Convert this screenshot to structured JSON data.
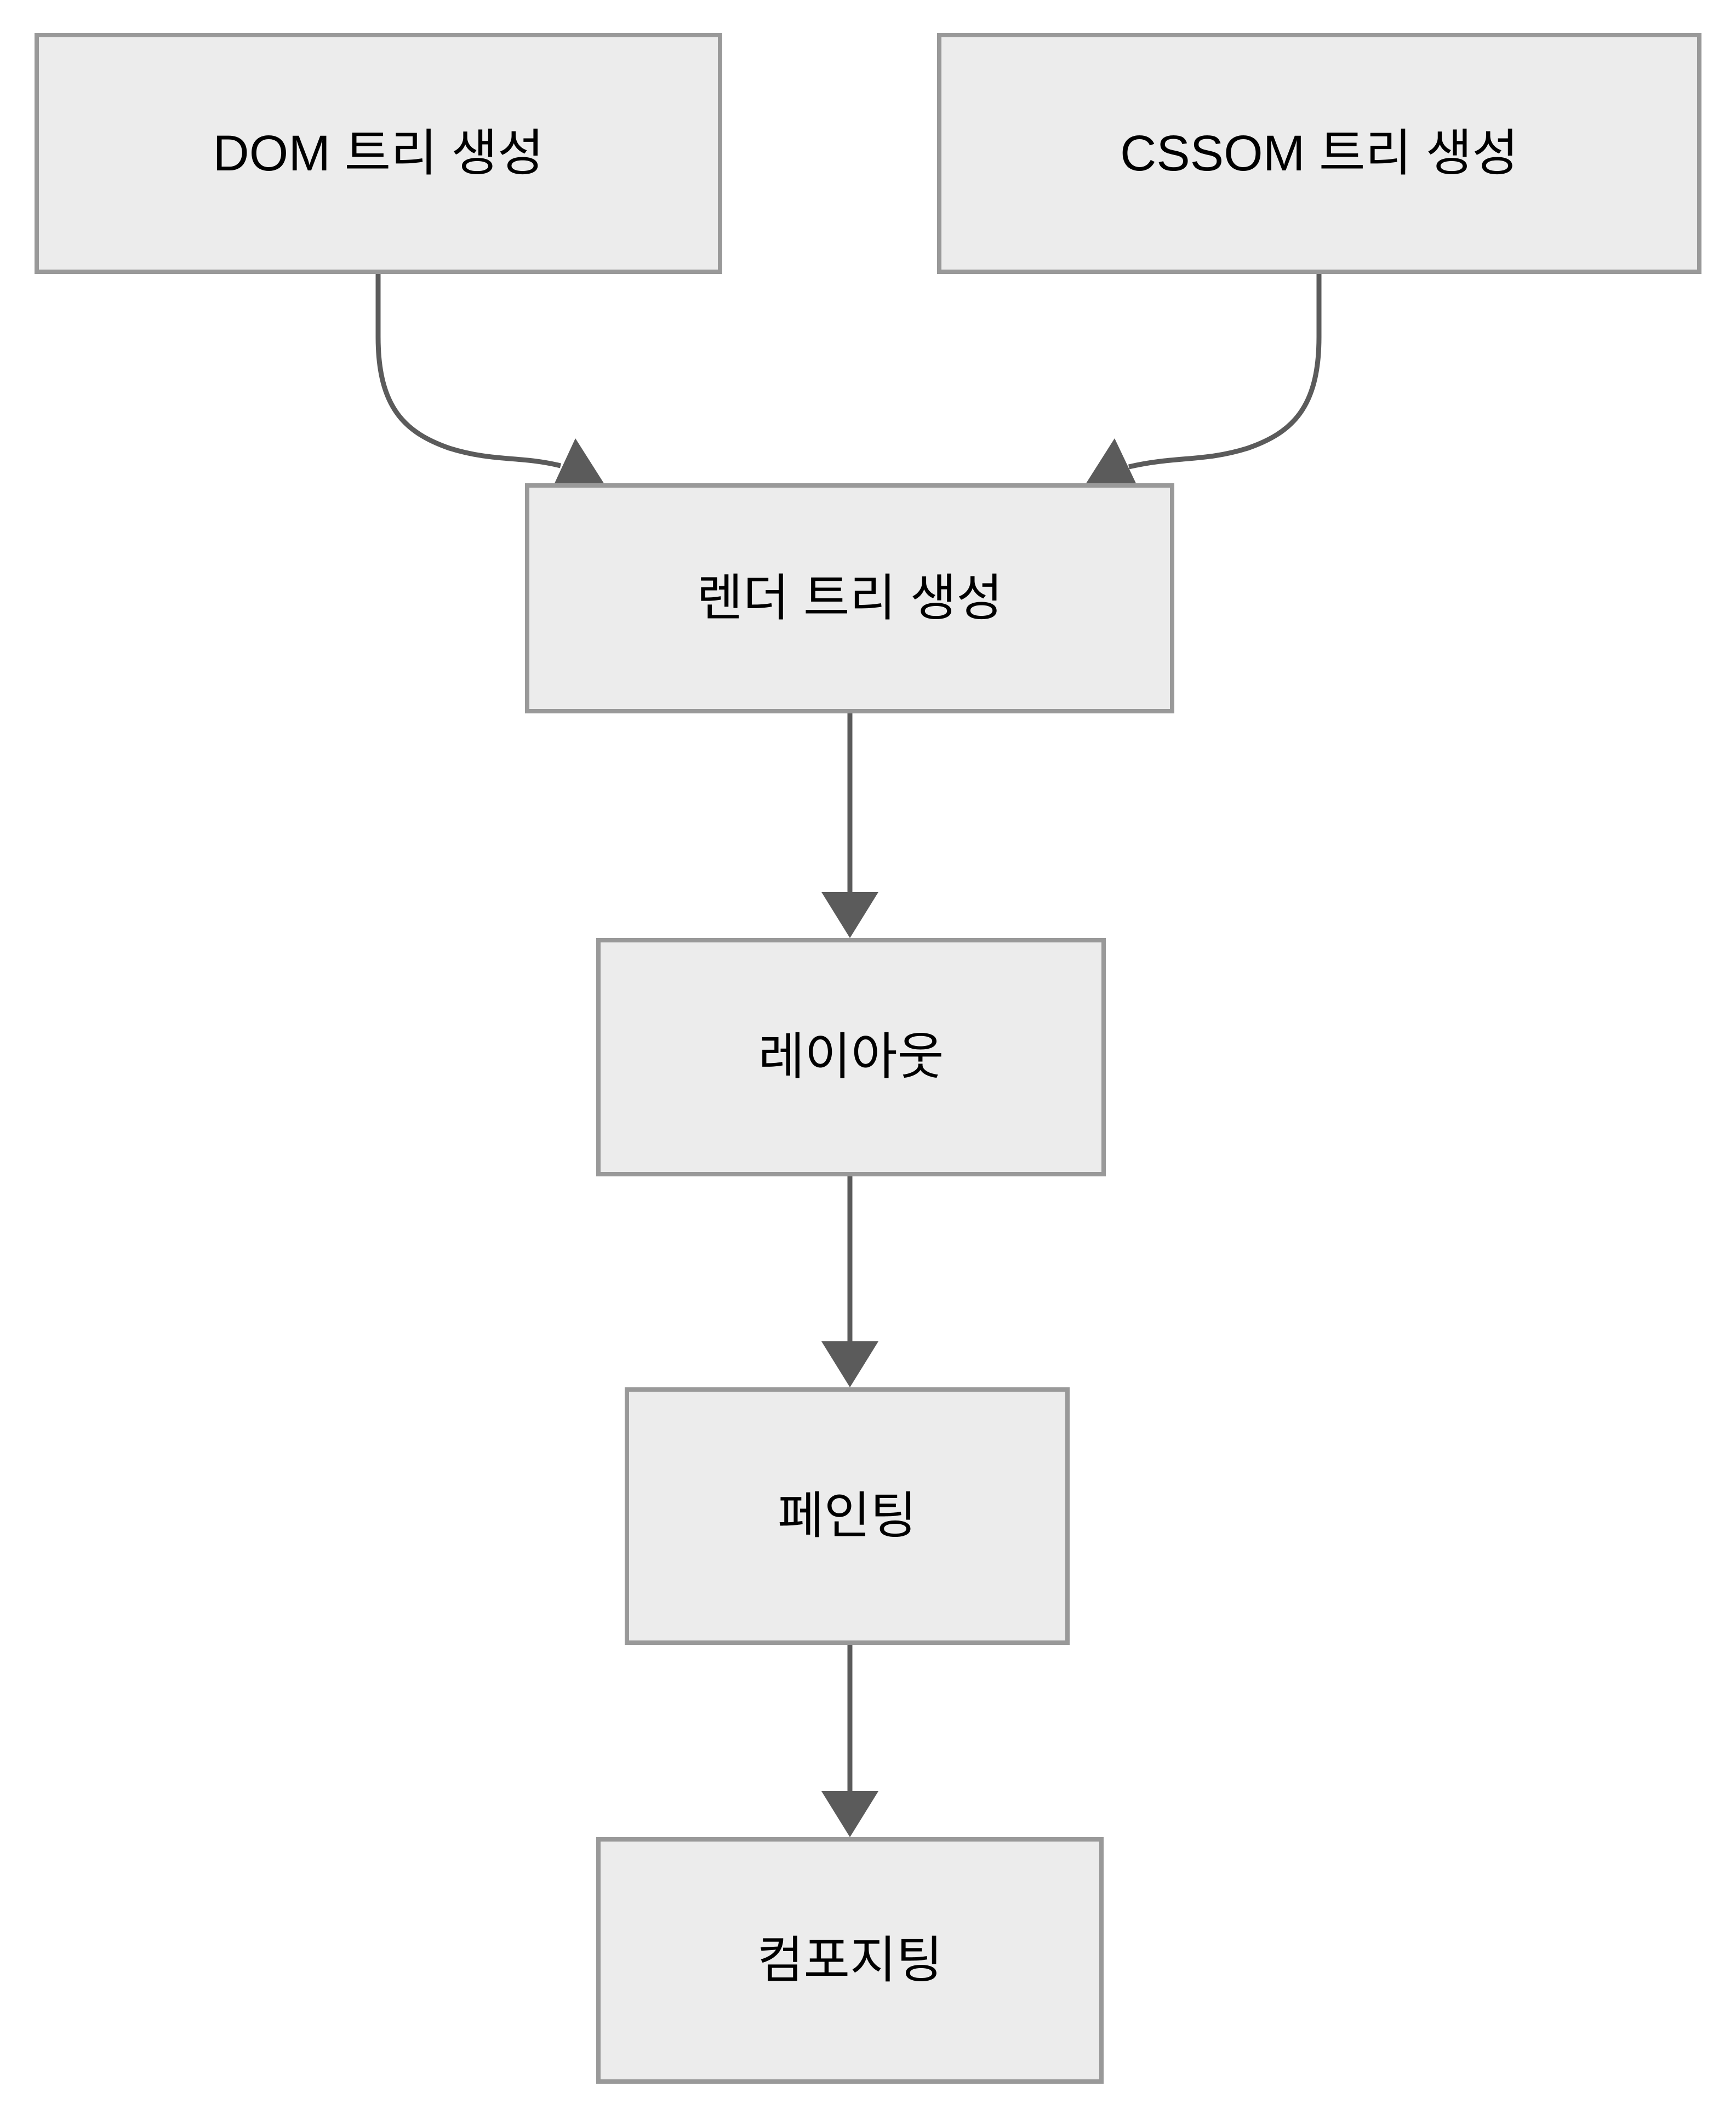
{
  "diagram": {
    "type": "flowchart",
    "direction": "top-down",
    "colors": {
      "background": "#ffffff",
      "node_fill": "#ececec",
      "node_border": "#999999",
      "edge": "#5b5b5b",
      "text": "#000000"
    },
    "nodes": [
      {
        "id": "dom",
        "label": "DOM 트리 생성"
      },
      {
        "id": "cssom",
        "label": "CSSOM 트리 생성"
      },
      {
        "id": "render",
        "label": "렌더 트리 생성"
      },
      {
        "id": "layout",
        "label": "레이아웃"
      },
      {
        "id": "paint",
        "label": "페인팅"
      },
      {
        "id": "composite",
        "label": "컴포지팅"
      }
    ],
    "edges": [
      {
        "from": "dom",
        "to": "render"
      },
      {
        "from": "cssom",
        "to": "render"
      },
      {
        "from": "render",
        "to": "layout"
      },
      {
        "from": "layout",
        "to": "paint"
      },
      {
        "from": "paint",
        "to": "composite"
      }
    ]
  }
}
